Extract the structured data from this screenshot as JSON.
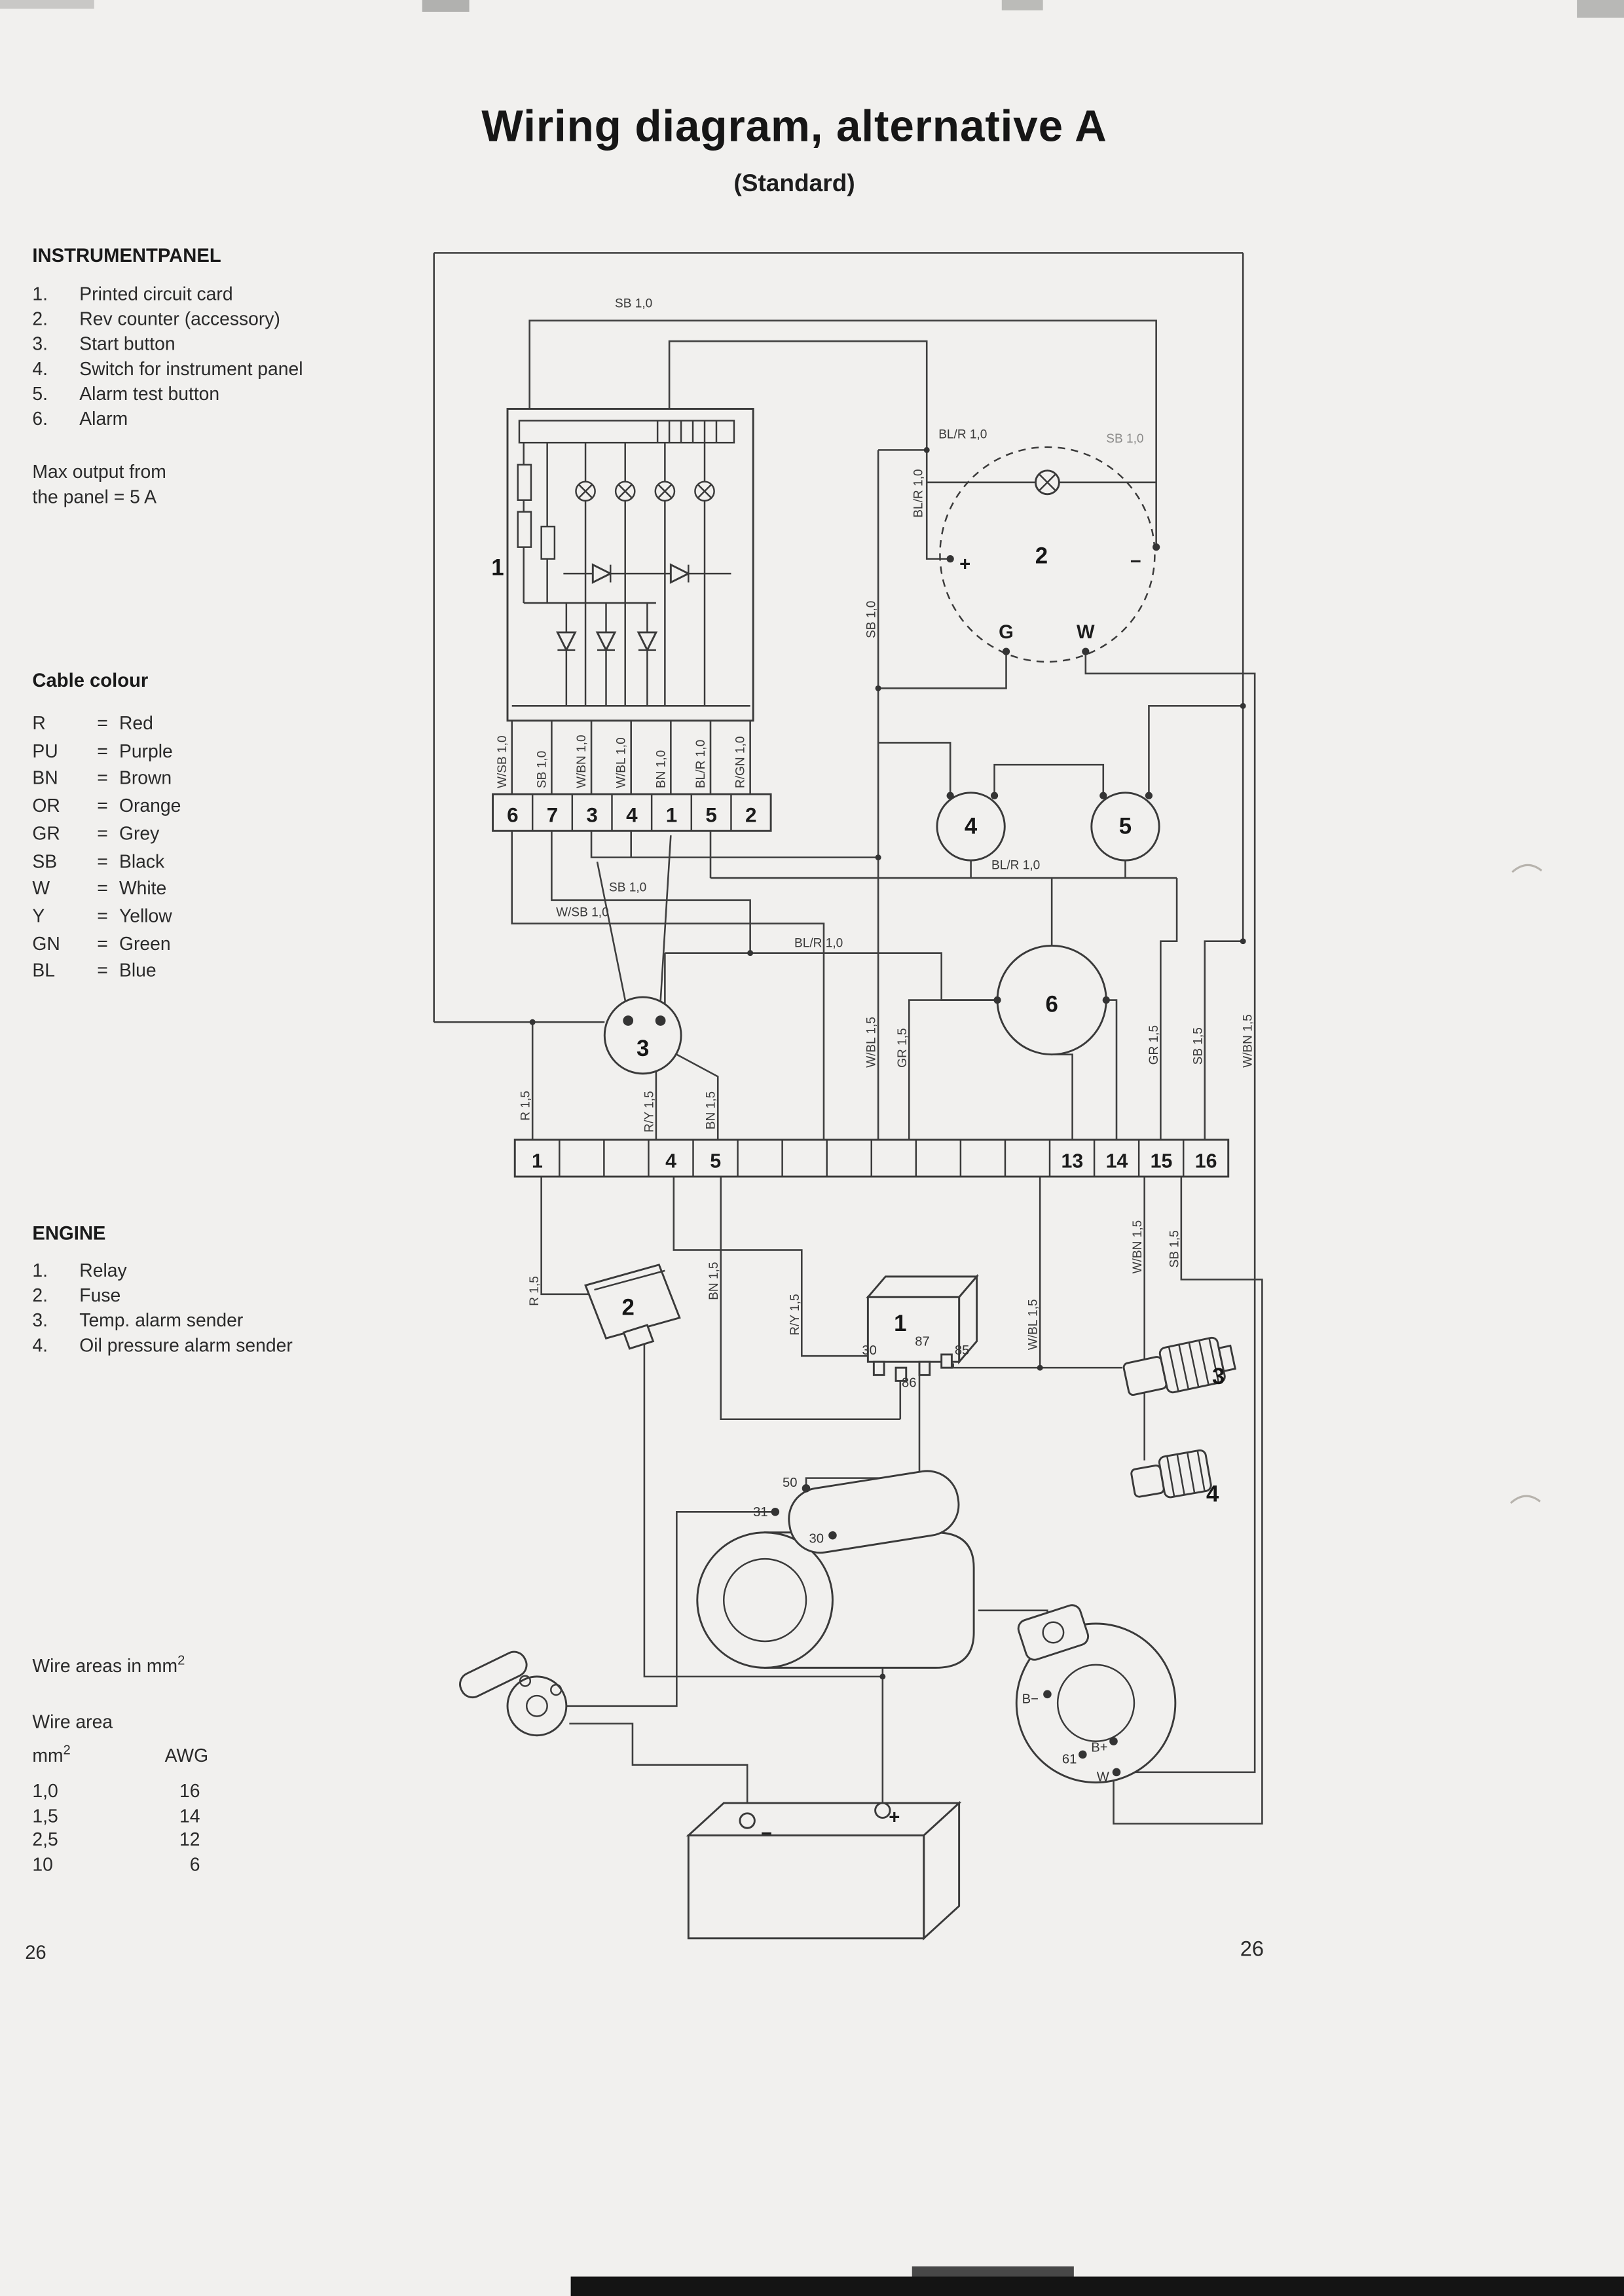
{
  "page": {
    "title": "Wiring diagram, alternative A",
    "subtitle": "(Standard)",
    "page_number_left": "26",
    "page_number_right": "26"
  },
  "instrumentpanel": {
    "heading": "INSTRUMENTPANEL",
    "items": [
      {
        "num": "1.",
        "label": "Printed circuit card"
      },
      {
        "num": "2.",
        "label": "Rev counter (accessory)"
      },
      {
        "num": "3.",
        "label": "Start button"
      },
      {
        "num": "4.",
        "label": "Switch for instrument panel"
      },
      {
        "num": "5.",
        "label": "Alarm test button"
      },
      {
        "num": "6.",
        "label": "Alarm"
      }
    ],
    "max_output_line1": "Max output from",
    "max_output_line2": "the panel = 5 A"
  },
  "cable_colour": {
    "heading": "Cable colour",
    "equals": "=",
    "items": [
      {
        "code": "R",
        "name": "Red"
      },
      {
        "code": "PU",
        "name": "Purple"
      },
      {
        "code": "BN",
        "name": "Brown"
      },
      {
        "code": "OR",
        "name": "Orange"
      },
      {
        "code": "GR",
        "name": "Grey"
      },
      {
        "code": "SB",
        "name": "Black"
      },
      {
        "code": "W",
        "name": "White"
      },
      {
        "code": "Y",
        "name": "Yellow"
      },
      {
        "code": "GN",
        "name": "Green"
      },
      {
        "code": "BL",
        "name": "Blue"
      }
    ]
  },
  "engine": {
    "heading": "ENGINE",
    "items": [
      {
        "num": "1.",
        "label": "Relay"
      },
      {
        "num": "2.",
        "label": "Fuse"
      },
      {
        "num": "3.",
        "label": "Temp. alarm sender"
      },
      {
        "num": "4.",
        "label": "Oil pressure alarm sender"
      }
    ]
  },
  "wire_area": {
    "heading_prefix": "Wire areas in mm",
    "heading_sup": "2",
    "subheading": "Wire area",
    "col_mm": "mm",
    "col_mm_sup": "2",
    "col_awg": "AWG",
    "rows": [
      {
        "mm2": "1,0",
        "awg": "16"
      },
      {
        "mm2": "1,5",
        "awg": "14"
      },
      {
        "mm2": "2,5",
        "awg": "12"
      },
      {
        "mm2": "10",
        "awg": "6"
      }
    ]
  },
  "diagram": {
    "numbers": {
      "card": "1",
      "rev_counter": "2",
      "gauge4": "4",
      "gauge5": "5",
      "alarm": "6",
      "key_switch": "3",
      "fuse": "2",
      "relay": "1",
      "temp_sender": "3",
      "oil_sender": "4"
    },
    "rev_counter": {
      "plus": "+",
      "minus": "−",
      "g": "G",
      "w": "W"
    },
    "upper_connector": [
      "6",
      "7",
      "3",
      "4",
      "1",
      "5",
      "2"
    ],
    "lower_strip": {
      "n1": "1",
      "n4": "4",
      "n5": "5",
      "n13": "13",
      "n14": "14",
      "n15": "15",
      "n16": "16"
    },
    "relay_pins": {
      "p30": "30",
      "p87": "87",
      "p86": "86",
      "p85": "85"
    },
    "starter": {
      "t50": "50",
      "t31": "31",
      "t30": "30"
    },
    "alternator": {
      "bminus": "B−",
      "bplus": "B+",
      "d61": "61",
      "w": "W"
    },
    "battery": {
      "plus": "+",
      "minus": "−"
    },
    "wire_labels": {
      "pin1": "W/SB 1,0",
      "pin2": "SB 1,0",
      "pin3": "W/BN 1,0",
      "pin4": "W/BL 1,0",
      "pin5": "BN 1,0",
      "pin6": "BL/R 1,0",
      "pin7": "R/GN 1,0",
      "top_sb": "SB 1,0",
      "rev_blr": "BL/R 1,0",
      "rev_sb": "SB 1,0",
      "stub_blr": "BL/R 1,0",
      "mid_sb": "SB 1,0",
      "gauges_blr": "BL/R 1,0",
      "h_sb": "SB 1,0",
      "h_wsb": "W/SB 1,0",
      "h_blr": "BL/R 1,0",
      "v_wbl": "W/BL 1,5",
      "v_gr_left": "GR 1,5",
      "v_gr_right": "GR 1,5",
      "v_sb_right": "SB 1,5",
      "v_wbn_right": "W/BN 1,5",
      "v_r": "R 1,5",
      "v_ry": "R/Y 1,5",
      "v_bn": "BN 1,5",
      "b_r": "R 1,5",
      "b_bn": "BN 1,5",
      "b_ry": "R/Y 1,5",
      "b_wbl": "W/BL 1,5",
      "b_wbn": "W/BN 1,5",
      "b_sb": "SB 1,5"
    }
  }
}
